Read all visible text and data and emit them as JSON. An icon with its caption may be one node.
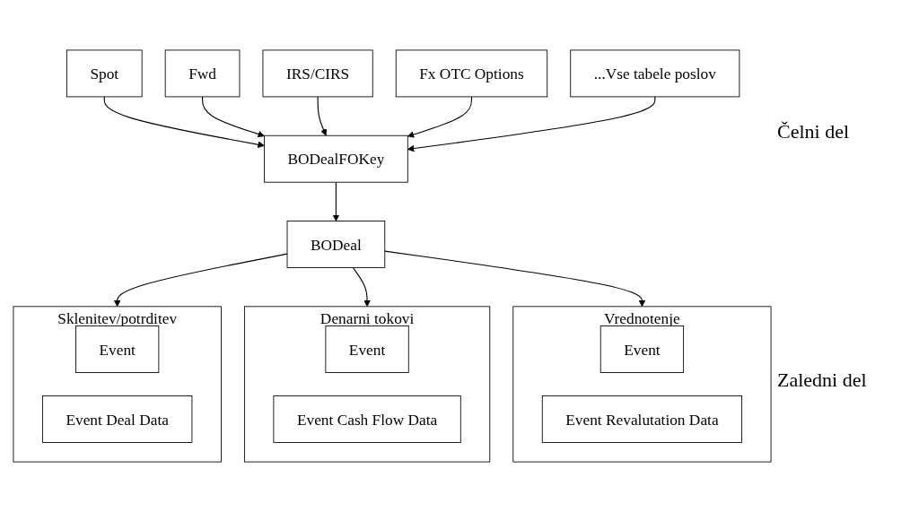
{
  "diagram": {
    "nodes": [
      {
        "text": [
          "Spot"
        ]
      },
      {
        "text": [
          "Fwd"
        ]
      },
      {
        "text": [
          "IRS/CIRS"
        ]
      },
      {
        "text": [
          "Fx OTC Options"
        ]
      },
      {
        "text": [
          "...Vse tabele poslov"
        ]
      },
      {
        "text": [
          "BODealFOKey"
        ]
      },
      {
        "text": [
          "BODeal"
        ]
      },
      {
        "text": [
          "Sklenitev/potrditev"
        ]
      },
      {
        "text": [
          "Event"
        ],
        "in": 7
      },
      {
        "text": [
          "Event Deal Data"
        ],
        "in": 7
      },
      {
        "text": [
          "Denarni tokovi"
        ]
      },
      {
        "text": [
          "Event"
        ],
        "in": 10
      },
      {
        "text": [
          "Event Cash Flow Data"
        ],
        "in": 10
      },
      {
        "text": [
          "Vrednotenje"
        ]
      },
      {
        "text": [
          "Event"
        ],
        "in": 13
      },
      {
        "text": [
          "Event Revalutation Data"
        ],
        "in": 13
      }
    ],
    "edges": [
      {
        "from": 0,
        "to": 5,
        "arrow": "to"
      },
      {
        "from": 1,
        "to": 5,
        "arrow": "to"
      },
      {
        "from": 2,
        "to": 5,
        "arrow": "to"
      },
      {
        "from": 3,
        "to": 5,
        "arrow": "to"
      },
      {
        "from": 4,
        "to": 5,
        "arrow": "to"
      },
      {
        "from": 5,
        "to": 6,
        "arrow": "to"
      },
      {
        "from": 6,
        "to": 7,
        "arrow": "to"
      },
      {
        "from": 6,
        "to": 10,
        "arrow": "to"
      },
      {
        "from": 6,
        "to": 13,
        "arrow": "to"
      }
    ],
    "labels": [
      "Čelni del",
      "Zaledni del"
    ]
  }
}
